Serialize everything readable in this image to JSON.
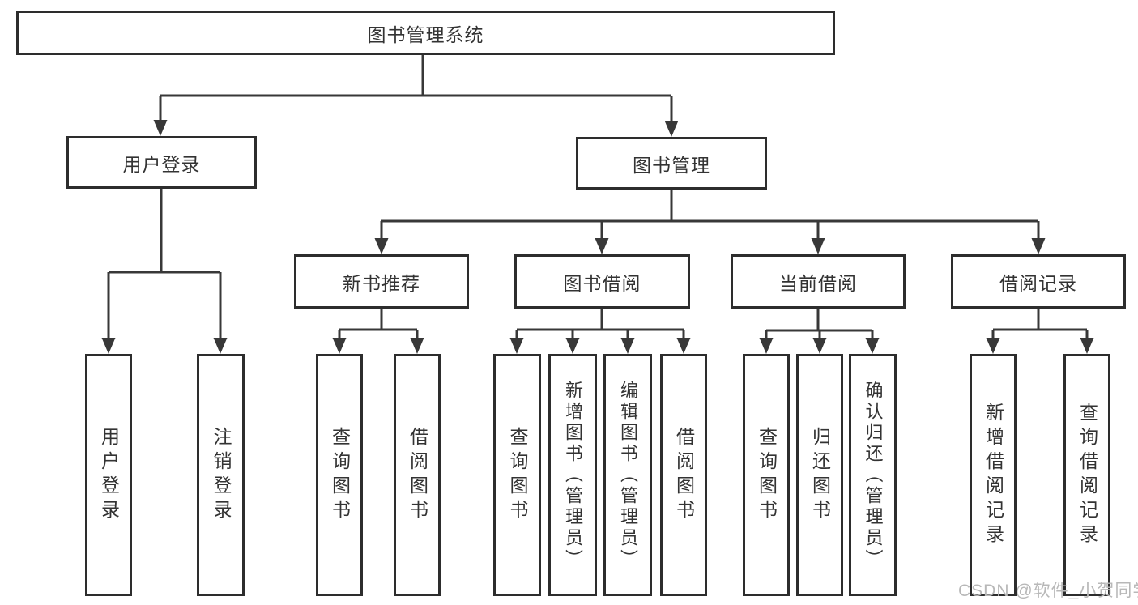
{
  "tree": {
    "label": "图书管理系统",
    "children": [
      {
        "label": "用户登录",
        "children": [
          {
            "label": "用户登录"
          },
          {
            "label": "注销登录"
          }
        ]
      },
      {
        "label": "图书管理",
        "children": [
          {
            "label": "新书推荐",
            "children": [
              {
                "label": "查询图书"
              },
              {
                "label": "借阅图书"
              }
            ]
          },
          {
            "label": "图书借阅",
            "children": [
              {
                "label": "查询图书"
              },
              {
                "label": "新增图书（管理员）"
              },
              {
                "label": "编辑图书（管理员）"
              },
              {
                "label": "借阅图书"
              }
            ]
          },
          {
            "label": "当前借阅",
            "children": [
              {
                "label": "查询图书"
              },
              {
                "label": "归还图书"
              },
              {
                "label": "确认归还（管理员）"
              }
            ]
          },
          {
            "label": "借阅记录",
            "children": [
              {
                "label": "新增借阅记录"
              },
              {
                "label": "查询借阅记录"
              }
            ]
          }
        ]
      }
    ]
  },
  "watermark": "CSDN @软件_小贺同学",
  "colors": {
    "line": "#383838",
    "border": "#2d2d2d",
    "text": "#333333",
    "watermark_text": "#b8b8b8",
    "background": "#ffffff"
  }
}
